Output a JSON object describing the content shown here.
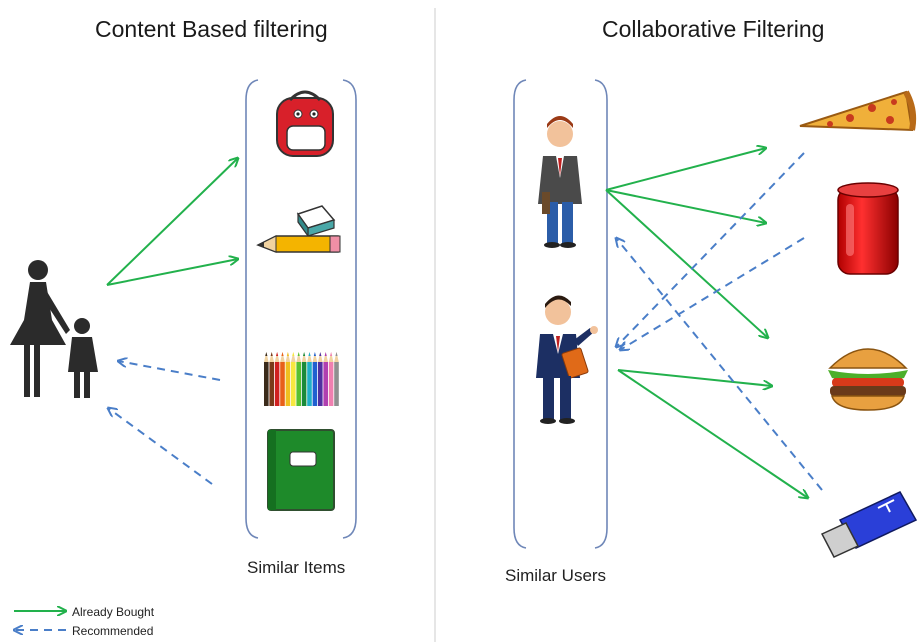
{
  "left_panel": {
    "title": "Content Based filtering",
    "group_label": "Similar Items"
  },
  "right_panel": {
    "title": "Collaborative Filtering",
    "group_label": "Similar Users"
  },
  "legend": {
    "bought_label": "Already Bought",
    "recommended_label": "Recommended"
  },
  "colors": {
    "bought": "#22b14c",
    "recommended": "#4a7ec8",
    "bracket": "#6f87b8",
    "divider": "#dddddd"
  },
  "icons": {
    "left_items": [
      "backpack-icon",
      "eraser-pencil-icon",
      "colored-pencils-icon",
      "notebook-icon"
    ],
    "right_items": [
      "pizza-icon",
      "jar-icon",
      "burger-icon",
      "usb-drive-icon"
    ],
    "people": [
      "mother-child-icon",
      "man-standing-icon",
      "man-presenting-icon"
    ]
  }
}
